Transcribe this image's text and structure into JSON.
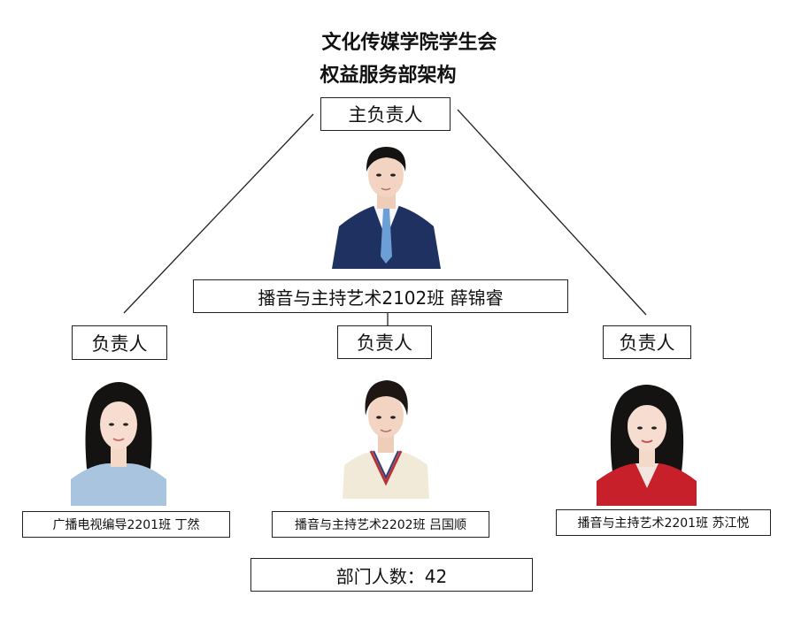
{
  "title": {
    "line1": "文化传媒学院学生会",
    "line2": "权益服务部架构"
  },
  "head": {
    "role": "主负责人",
    "name": "播音与主持艺术2102班  薛锦睿"
  },
  "members": [
    {
      "role": "负责人",
      "name": "广播电视编导2201班  丁然"
    },
    {
      "role": "负责人",
      "name": "播音与主持艺术2202班  吕国顺"
    },
    {
      "role": "负责人",
      "name": "播音与主持艺术2201班  苏江悦"
    }
  ],
  "department": {
    "count_label": "部门人数：42"
  },
  "colors": {
    "head_suit": "#1f3160",
    "left_top": "#a9c4de",
    "center_top": "#f2ead9",
    "right_jacket": "#c8202a",
    "hair": "#151212",
    "skin": "#f3d4c2"
  }
}
